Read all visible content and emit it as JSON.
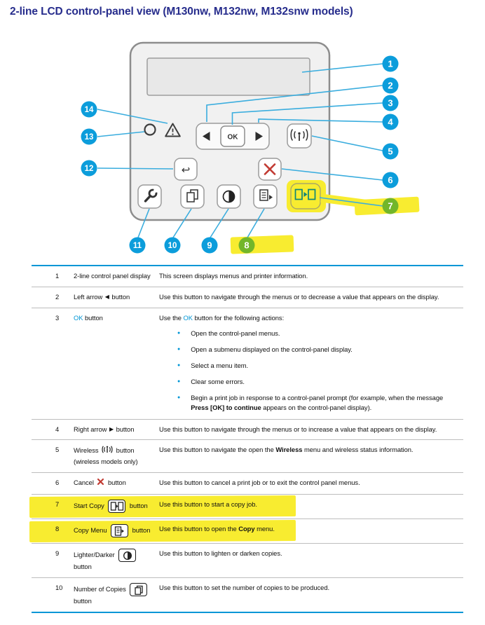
{
  "page": {
    "title": "2-line LCD control-panel view (M130nw, M132nw, M132snw models)"
  },
  "colors": {
    "heading_blue": "#262c8c",
    "hp_blue": "#0096d6",
    "callout_blue": "#0c9ddb",
    "callout_green": "#72b62a",
    "highlight_yellow": "#f8ec30",
    "cancel_red": "#c23b33",
    "start_copy_teal": "#0e8578",
    "panel_gray": "#f1f1f1"
  },
  "icons": {
    "left_arrow": "◀",
    "right_arrow": "▶",
    "bullet": "●",
    "back": "↩",
    "ready": "circle-outline",
    "attention": "warning-triangle",
    "wireless": "antenna-with-waves",
    "cancel": "red-x",
    "setup": "wrench",
    "number_of_copies": "stacked-pages",
    "lighter_darker": "half-filled-circle",
    "copy_menu": "document-with-arrow",
    "start_copy": "two-pages-with-arrow"
  },
  "diagram": {
    "ok_label": "OK",
    "callouts": [
      "1",
      "2",
      "3",
      "4",
      "5",
      "6",
      "7",
      "8",
      "9",
      "10",
      "11",
      "12",
      "13",
      "14"
    ]
  },
  "table": {
    "row1": {
      "num": "1",
      "control": "2-line control panel display",
      "desc": "This screen displays menus and printer information."
    },
    "row2": {
      "num": "2",
      "control_pre": "Left arrow ",
      "control_post": " button",
      "desc": "Use this button to navigate through the menus or to decrease a value that appears on the display."
    },
    "row3": {
      "num": "3",
      "control_link": "OK",
      "control_post": " button",
      "desc_pre": "Use the ",
      "desc_link": "OK",
      "desc_post": " button for the following actions:",
      "bullet1": "Open the control-panel menus.",
      "bullet2": "Open a submenu displayed on the control-panel display.",
      "bullet3": "Select a menu item.",
      "bullet4": "Clear some errors.",
      "bullet5_pre": "Begin a print job in response to a control-panel prompt (for example, when the message ",
      "bullet5_bold": "Press [OK] to continue",
      "bullet5_post": " appears on the control-panel display)."
    },
    "row4": {
      "num": "4",
      "control_pre": "Right arrow ",
      "control_post": " button",
      "desc": "Use this button to navigate through the menus or to increase a value that appears on the display."
    },
    "row5": {
      "num": "5",
      "control_pre": "Wireless ",
      "control_post": " button",
      "control_l2": "(wireless models only)",
      "desc_pre": "Use this button to navigate the open the ",
      "desc_bold": "Wireless",
      "desc_post": " menu and wireless status information."
    },
    "row6": {
      "num": "6",
      "control_pre": "Cancel ",
      "control_post": " button",
      "desc": "Use this button to cancel a print job or to exit the control panel menus."
    },
    "row7": {
      "num": "7",
      "control_pre": "Start Copy ",
      "control_post": " button",
      "desc": "Use this button to start a copy job."
    },
    "row8": {
      "num": "8",
      "control_pre": "Copy Menu ",
      "control_post": " button",
      "desc_pre": "Use this button to open the ",
      "desc_bold": "Copy",
      "desc_post": " menu."
    },
    "row9": {
      "num": "9",
      "control_pre": "Lighter/Darker ",
      "control_l2": "button",
      "desc": "Use this button to lighten or darken copies."
    },
    "row10": {
      "num": "10",
      "control_pre": "Number of Copies ",
      "control_l2": "button",
      "desc": "Use this button to set the number of copies to be produced."
    }
  }
}
